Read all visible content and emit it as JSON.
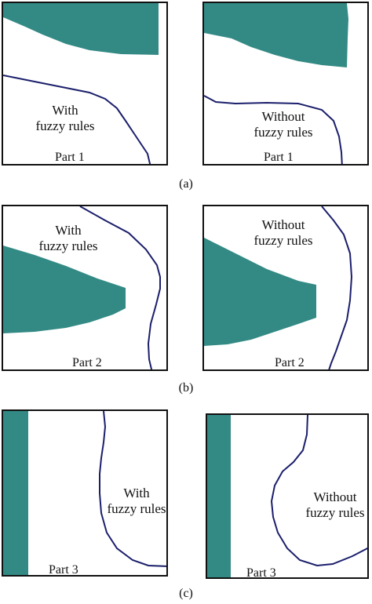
{
  "colors": {
    "obstacle": "#338a85",
    "path": "#1b1f6b",
    "frame": "#111111"
  },
  "rows": [
    {
      "caption": "(a)",
      "panels": [
        {
          "line1": "With",
          "line2": "fuzzy rules",
          "part": "Part 1"
        },
        {
          "line1": "Without",
          "line2": "fuzzy rules",
          "part": "Part 1"
        }
      ]
    },
    {
      "caption": "(b)",
      "panels": [
        {
          "line1": "With",
          "line2": "fuzzy rules",
          "part": "Part 2"
        },
        {
          "line1": "Without",
          "line2": "fuzzy rules",
          "part": "Part 2"
        }
      ]
    },
    {
      "caption": "(c)",
      "panels": [
        {
          "line1": "With",
          "line2": "fuzzy rules",
          "part": "Part 3"
        },
        {
          "line1": "Without",
          "line2": "fuzzy rules",
          "part": "Part 3"
        }
      ]
    }
  ]
}
